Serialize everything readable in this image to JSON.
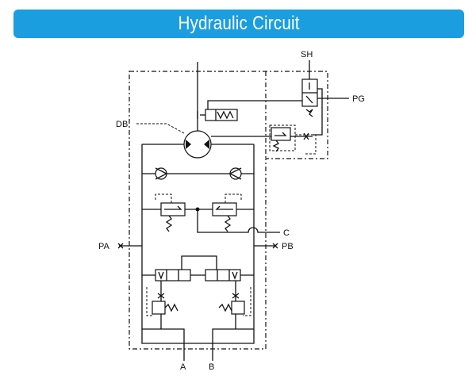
{
  "header": {
    "title": "Hydraulic Circuit"
  },
  "colors": {
    "banner": "#1a9ee0",
    "line": "#111111"
  },
  "labels": {
    "sh": "SH",
    "pg": "PG",
    "db": "DB",
    "c": "C",
    "pa": "PA",
    "pb": "PB",
    "a": "A",
    "b": "B"
  }
}
